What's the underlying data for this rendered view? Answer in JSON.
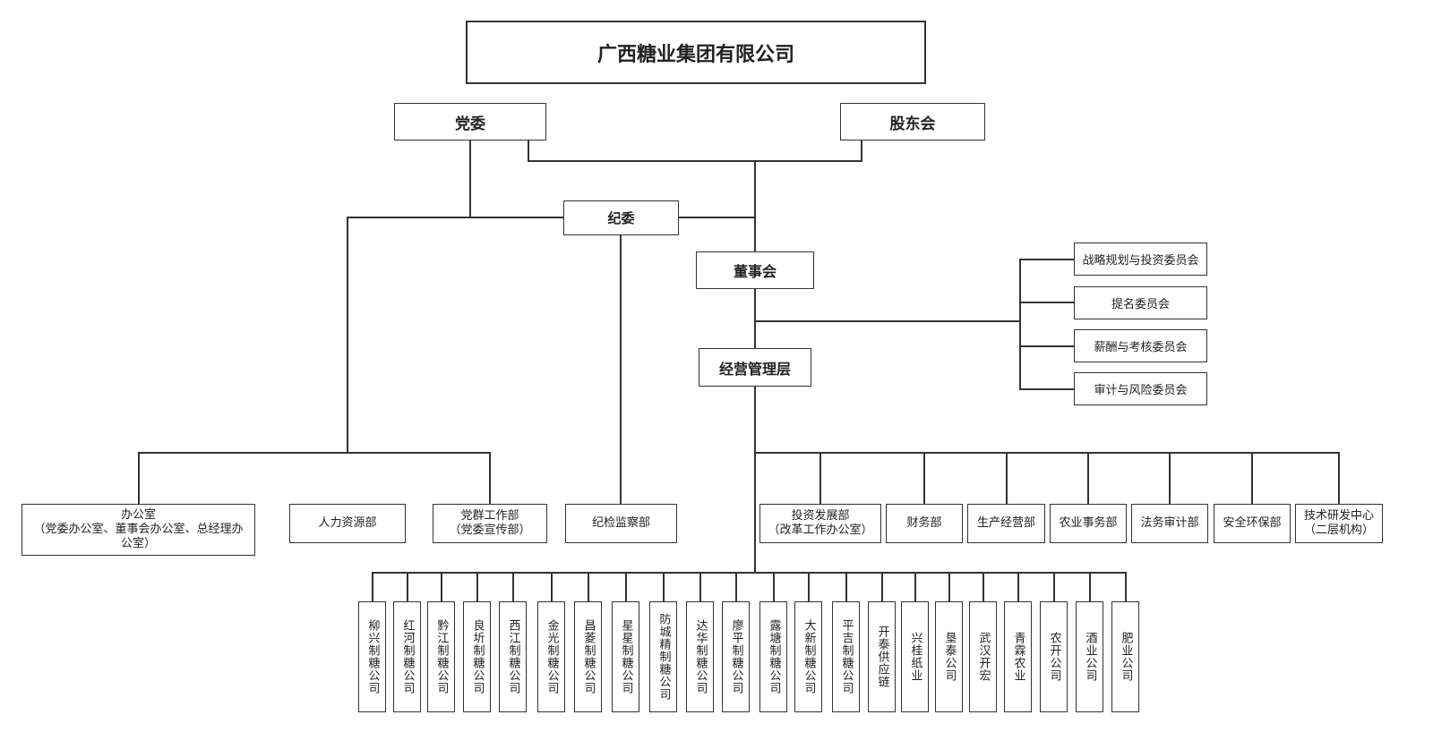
{
  "chart": {
    "title": "广西糖业集团有限公司",
    "top_level": {
      "party_committee": "党委",
      "shareholders_meeting": "股东会"
    },
    "discipline_committee": "纪委",
    "board_of_directors": "董事会",
    "board_committees": [
      "战略规划与投资委员会",
      "提名委员会",
      "薪酬与考核委员会",
      "审计与风险委员会"
    ],
    "management": "经营管理层",
    "party_side_departments": [
      {
        "line1": "办公室",
        "line2": "（党委办公室、董事会办公室、总经理办",
        "line3": "公室）"
      },
      {
        "line1": "人力资源部"
      },
      {
        "line1": "党群工作部",
        "line2": "（党委宣传部）"
      },
      {
        "line1": "纪检监察部"
      }
    ],
    "management_departments": [
      {
        "line1": "投资发展部",
        "line2": "（改革工作办公室）"
      },
      {
        "line1": "财务部"
      },
      {
        "line1": "生产经营部"
      },
      {
        "line1": "农业事务部"
      },
      {
        "line1": "法务审计部"
      },
      {
        "line1": "安全环保部"
      },
      {
        "line1": "技术研发中心",
        "line2": "（二层机构）"
      }
    ],
    "subsidiaries": [
      "柳兴制糖公司",
      "红河制糖公司",
      "黔江制糖公司",
      "良圻制糖公司",
      "西江制糖公司",
      "金光制糖公司",
      "昌菱制糖公司",
      "星星制糖公司",
      "防城精制糖公司",
      "达华制糖公司",
      "廖平制糖公司",
      "露塘制糖公司",
      "大新制糖公司",
      "平吉制糖公司",
      "开泰供应链",
      "兴桂纸业",
      "垦泰公司",
      "武汉开宏",
      "青霖农业",
      "农开公司",
      "酒业公司",
      "肥业公司"
    ]
  }
}
